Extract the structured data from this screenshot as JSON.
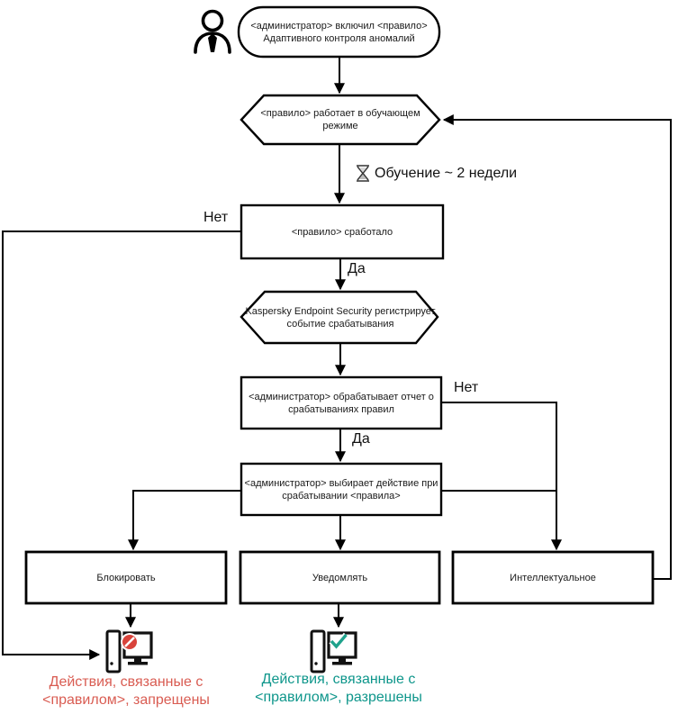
{
  "nodes": {
    "start": {
      "lines": [
        "<администратор> включил <правило>",
        "Адаптивного контроля аномалий"
      ]
    },
    "training_mode": {
      "lines": [
        "<правило>  работает в обучающем",
        "режиме"
      ]
    },
    "rule_triggered": {
      "lines": [
        "<правило> сработало"
      ]
    },
    "registers_event": {
      "lines": [
        "Kaspersky Endpoint Security регистрирует",
        "событие срабатывания"
      ]
    },
    "processes_report": {
      "lines": [
        "<администратор> обрабатывает отчет о",
        "срабатываниях правил"
      ]
    },
    "chooses_action": {
      "lines": [
        "<администратор> выбирает действие при",
        "срабатывании <правила>"
      ]
    }
  },
  "edges": {
    "learning": "Обучение ~ 2 недели",
    "no1": "Нет",
    "yes1": "Да",
    "no2": "Нет",
    "yes2": "Да"
  },
  "actions": {
    "block": "Блокировать",
    "notify": "Уведомлять",
    "smart": "Интеллектуальное"
  },
  "outcomes": {
    "blocked": {
      "lines": [
        "Действия, связанные с",
        "<правилом>, запрещены"
      ]
    },
    "allowed": {
      "lines": [
        "Действия, связанные с",
        "<правилом>, разрешены"
      ]
    }
  },
  "icons": {
    "actor": "person-icon",
    "wait": "hourglass-icon",
    "blocked": "computer-prohibited-icon",
    "allowed": "computer-check-icon"
  },
  "colors": {
    "stroke": "#000000",
    "blocked_text": "#d95c52",
    "allowed_text": "#0e968b",
    "prohibit_sign": "#d8423a",
    "check_mark": "#1fa28c"
  }
}
